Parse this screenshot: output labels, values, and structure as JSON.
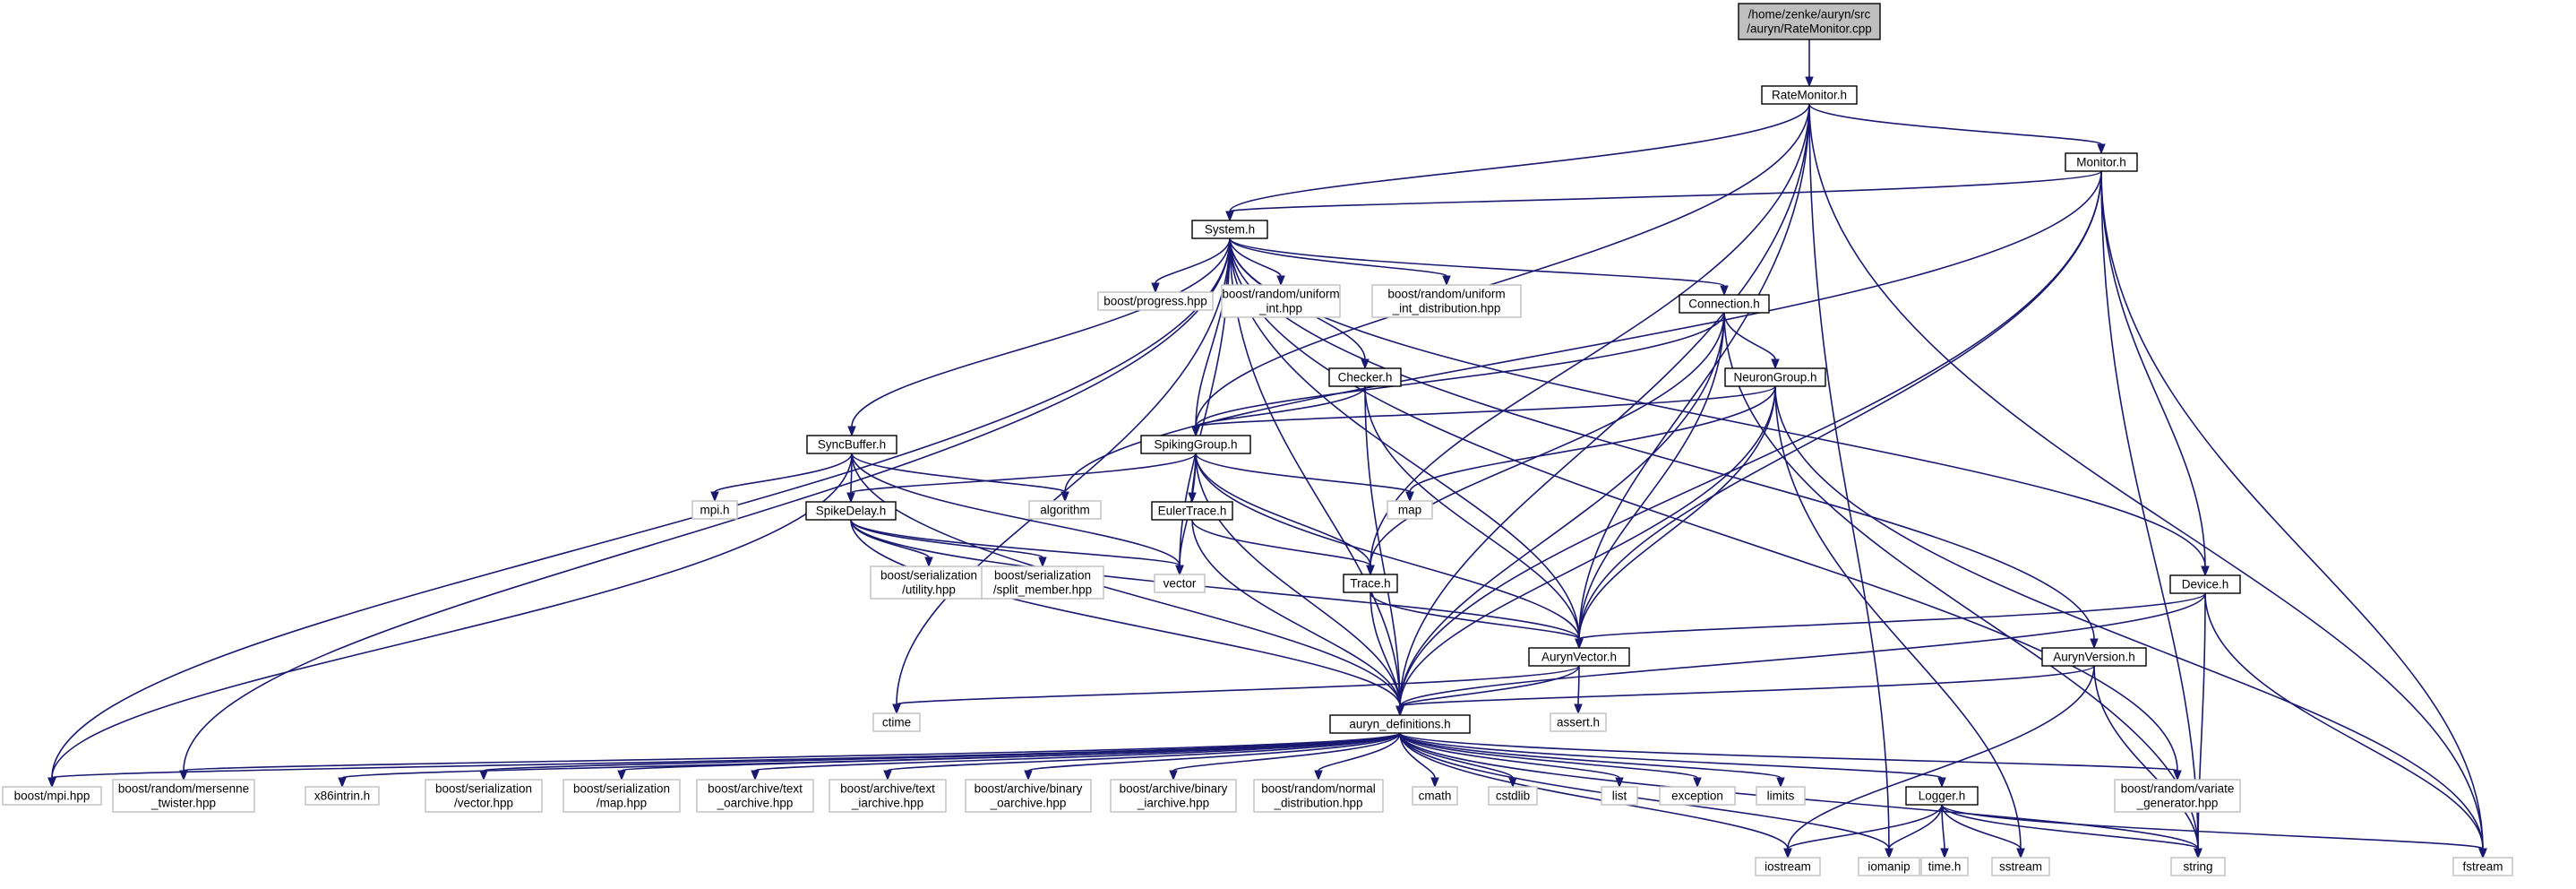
{
  "graph": {
    "root": "auryn/RateMonitor.cpp",
    "nodes": [
      {
        "id": "root",
        "kind": "root",
        "lines": [
          "/home/zenke/auryn/src",
          "/auryn/RateMonitor.cpp"
        ]
      },
      {
        "id": "RateMonitor",
        "kind": "inc",
        "lines": [
          "RateMonitor.h"
        ]
      },
      {
        "id": "Monitor",
        "kind": "inc",
        "lines": [
          "Monitor.h"
        ]
      },
      {
        "id": "System",
        "kind": "inc",
        "lines": [
          "System.h"
        ]
      },
      {
        "id": "progress",
        "kind": "ext",
        "lines": [
          "boost/progress.hpp"
        ]
      },
      {
        "id": "uniform_int",
        "kind": "ext",
        "lines": [
          "boost/random/uniform",
          "_int.hpp"
        ]
      },
      {
        "id": "uniform_int_dist",
        "kind": "ext",
        "lines": [
          "boost/random/uniform",
          "_int_distribution.hpp"
        ]
      },
      {
        "id": "Connection",
        "kind": "inc",
        "lines": [
          "Connection.h"
        ]
      },
      {
        "id": "Checker",
        "kind": "inc",
        "lines": [
          "Checker.h"
        ]
      },
      {
        "id": "NeuronGroup",
        "kind": "inc",
        "lines": [
          "NeuronGroup.h"
        ]
      },
      {
        "id": "SyncBuffer",
        "kind": "inc",
        "lines": [
          "SyncBuffer.h"
        ]
      },
      {
        "id": "SpikingGroup",
        "kind": "inc",
        "lines": [
          "SpikingGroup.h"
        ]
      },
      {
        "id": "mpi_h",
        "kind": "ext",
        "lines": [
          "mpi.h"
        ]
      },
      {
        "id": "algorithm",
        "kind": "ext",
        "lines": [
          "algorithm"
        ]
      },
      {
        "id": "map",
        "kind": "ext",
        "lines": [
          "map"
        ]
      },
      {
        "id": "SpikeDelay",
        "kind": "inc",
        "lines": [
          "SpikeDelay.h"
        ]
      },
      {
        "id": "EulerTrace",
        "kind": "inc",
        "lines": [
          "EulerTrace.h"
        ]
      },
      {
        "id": "ser_utility",
        "kind": "ext",
        "lines": [
          "boost/serialization",
          "/utility.hpp"
        ]
      },
      {
        "id": "ser_split",
        "kind": "ext",
        "lines": [
          "boost/serialization",
          "/split_member.hpp"
        ]
      },
      {
        "id": "vector",
        "kind": "ext",
        "lines": [
          "vector"
        ]
      },
      {
        "id": "Trace",
        "kind": "inc",
        "lines": [
          "Trace.h"
        ]
      },
      {
        "id": "Device",
        "kind": "inc",
        "lines": [
          "Device.h"
        ]
      },
      {
        "id": "AurynVector",
        "kind": "inc",
        "lines": [
          "AurynVector.h"
        ]
      },
      {
        "id": "AurynVersion",
        "kind": "inc",
        "lines": [
          "AurynVersion.h"
        ]
      },
      {
        "id": "ctime",
        "kind": "ext",
        "lines": [
          "ctime"
        ]
      },
      {
        "id": "assert",
        "kind": "ext",
        "lines": [
          "assert.h"
        ]
      },
      {
        "id": "auryn_definitions",
        "kind": "inc",
        "lines": [
          "auryn_definitions.h"
        ]
      },
      {
        "id": "boost_mpi",
        "kind": "ext",
        "lines": [
          "boost/mpi.hpp"
        ]
      },
      {
        "id": "mersenne",
        "kind": "ext",
        "lines": [
          "boost/random/mersenne",
          "_twister.hpp"
        ]
      },
      {
        "id": "x86intrin",
        "kind": "ext",
        "lines": [
          "x86intrin.h"
        ]
      },
      {
        "id": "ser_vector",
        "kind": "ext",
        "lines": [
          "boost/serialization",
          "/vector.hpp"
        ]
      },
      {
        "id": "ser_map",
        "kind": "ext",
        "lines": [
          "boost/serialization",
          "/map.hpp"
        ]
      },
      {
        "id": "text_oarchive",
        "kind": "ext",
        "lines": [
          "boost/archive/text",
          "_oarchive.hpp"
        ]
      },
      {
        "id": "text_iarchive",
        "kind": "ext",
        "lines": [
          "boost/archive/text",
          "_iarchive.hpp"
        ]
      },
      {
        "id": "binary_oarchive",
        "kind": "ext",
        "lines": [
          "boost/archive/binary",
          "_oarchive.hpp"
        ]
      },
      {
        "id": "binary_iarchive",
        "kind": "ext",
        "lines": [
          "boost/archive/binary",
          "_iarchive.hpp"
        ]
      },
      {
        "id": "normal_dist",
        "kind": "ext",
        "lines": [
          "boost/random/normal",
          "_distribution.hpp"
        ]
      },
      {
        "id": "cmath",
        "kind": "ext",
        "lines": [
          "cmath"
        ]
      },
      {
        "id": "cstdlib",
        "kind": "ext",
        "lines": [
          "cstdlib"
        ]
      },
      {
        "id": "list",
        "kind": "ext",
        "lines": [
          "list"
        ]
      },
      {
        "id": "exception",
        "kind": "ext",
        "lines": [
          "exception"
        ]
      },
      {
        "id": "limits",
        "kind": "ext",
        "lines": [
          "limits"
        ]
      },
      {
        "id": "Logger",
        "kind": "inc",
        "lines": [
          "Logger.h"
        ]
      },
      {
        "id": "variate_gen",
        "kind": "ext",
        "lines": [
          "boost/random/variate",
          "_generator.hpp"
        ]
      },
      {
        "id": "iostream",
        "kind": "ext",
        "lines": [
          "iostream"
        ]
      },
      {
        "id": "iomanip",
        "kind": "ext",
        "lines": [
          "iomanip"
        ]
      },
      {
        "id": "time_h",
        "kind": "ext",
        "lines": [
          "time.h"
        ]
      },
      {
        "id": "sstream",
        "kind": "ext",
        "lines": [
          "sstream"
        ]
      },
      {
        "id": "string",
        "kind": "ext",
        "lines": [
          "string"
        ]
      },
      {
        "id": "fstream",
        "kind": "ext",
        "lines": [
          "fstream"
        ]
      }
    ],
    "edges": [
      [
        "root",
        "RateMonitor"
      ],
      [
        "RateMonitor",
        "Monitor"
      ],
      [
        "RateMonitor",
        "System"
      ],
      [
        "RateMonitor",
        "SpikingGroup"
      ],
      [
        "RateMonitor",
        "AurynVector"
      ],
      [
        "RateMonitor",
        "auryn_definitions"
      ],
      [
        "RateMonitor",
        "iomanip"
      ],
      [
        "RateMonitor",
        "fstream"
      ],
      [
        "RateMonitor",
        "Trace"
      ],
      [
        "Monitor",
        "System"
      ],
      [
        "Monitor",
        "algorithm"
      ],
      [
        "Monitor",
        "AurynVector"
      ],
      [
        "Monitor",
        "auryn_definitions"
      ],
      [
        "Monitor",
        "Device"
      ],
      [
        "Monitor",
        "string"
      ],
      [
        "Monitor",
        "fstream"
      ],
      [
        "System",
        "progress"
      ],
      [
        "System",
        "uniform_int"
      ],
      [
        "System",
        "uniform_int_dist"
      ],
      [
        "System",
        "Connection"
      ],
      [
        "System",
        "Checker"
      ],
      [
        "System",
        "SyncBuffer"
      ],
      [
        "System",
        "SpikingGroup"
      ],
      [
        "System",
        "vector"
      ],
      [
        "System",
        "AurynVector"
      ],
      [
        "System",
        "auryn_definitions"
      ],
      [
        "System",
        "ctime"
      ],
      [
        "System",
        "boost_mpi"
      ],
      [
        "System",
        "mersenne"
      ],
      [
        "System",
        "AurynVersion"
      ],
      [
        "System",
        "Device"
      ],
      [
        "System",
        "variate_gen"
      ],
      [
        "Connection",
        "NeuronGroup"
      ],
      [
        "Connection",
        "SpikingGroup"
      ],
      [
        "Connection",
        "AurynVector"
      ],
      [
        "Connection",
        "Trace"
      ],
      [
        "Connection",
        "auryn_definitions"
      ],
      [
        "Connection",
        "string"
      ],
      [
        "Checker",
        "SpikingGroup"
      ],
      [
        "Checker",
        "AurynVector"
      ],
      [
        "Checker",
        "auryn_definitions"
      ],
      [
        "NeuronGroup",
        "SpikingGroup"
      ],
      [
        "NeuronGroup",
        "AurynVector"
      ],
      [
        "NeuronGroup",
        "auryn_definitions"
      ],
      [
        "NeuronGroup",
        "map"
      ],
      [
        "NeuronGroup",
        "sstream"
      ],
      [
        "NeuronGroup",
        "fstream"
      ],
      [
        "SyncBuffer",
        "SpikeDelay"
      ],
      [
        "SyncBuffer",
        "mpi_h"
      ],
      [
        "SyncBuffer",
        "algorithm"
      ],
      [
        "SyncBuffer",
        "vector"
      ],
      [
        "SyncBuffer",
        "auryn_definitions"
      ],
      [
        "SyncBuffer",
        "boost_mpi"
      ],
      [
        "SpikingGroup",
        "SpikeDelay"
      ],
      [
        "SpikingGroup",
        "EulerTrace"
      ],
      [
        "SpikingGroup",
        "Trace"
      ],
      [
        "SpikingGroup",
        "map"
      ],
      [
        "SpikingGroup",
        "vector"
      ],
      [
        "SpikingGroup",
        "AurynVector"
      ],
      [
        "SpikingGroup",
        "auryn_definitions"
      ],
      [
        "SpikeDelay",
        "ser_utility"
      ],
      [
        "SpikeDelay",
        "ser_split"
      ],
      [
        "SpikeDelay",
        "vector"
      ],
      [
        "SpikeDelay",
        "AurynVector"
      ],
      [
        "SpikeDelay",
        "auryn_definitions"
      ],
      [
        "EulerTrace",
        "Trace"
      ],
      [
        "EulerTrace",
        "auryn_definitions"
      ],
      [
        "Trace",
        "AurynVector"
      ],
      [
        "Trace",
        "auryn_definitions"
      ],
      [
        "Device",
        "AurynVector"
      ],
      [
        "Device",
        "auryn_definitions"
      ],
      [
        "Device",
        "string"
      ],
      [
        "Device",
        "fstream"
      ],
      [
        "AurynVector",
        "auryn_definitions"
      ],
      [
        "AurynVector",
        "assert"
      ],
      [
        "AurynVector",
        "ctime"
      ],
      [
        "AurynVersion",
        "auryn_definitions"
      ],
      [
        "AurynVersion",
        "iostream"
      ],
      [
        "AurynVersion",
        "string"
      ],
      [
        "auryn_definitions",
        "boost_mpi"
      ],
      [
        "auryn_definitions",
        "mersenne"
      ],
      [
        "auryn_definitions",
        "x86intrin"
      ],
      [
        "auryn_definitions",
        "ser_vector"
      ],
      [
        "auryn_definitions",
        "ser_map"
      ],
      [
        "auryn_definitions",
        "text_oarchive"
      ],
      [
        "auryn_definitions",
        "text_iarchive"
      ],
      [
        "auryn_definitions",
        "binary_oarchive"
      ],
      [
        "auryn_definitions",
        "binary_iarchive"
      ],
      [
        "auryn_definitions",
        "normal_dist"
      ],
      [
        "auryn_definitions",
        "cmath"
      ],
      [
        "auryn_definitions",
        "cstdlib"
      ],
      [
        "auryn_definitions",
        "list"
      ],
      [
        "auryn_definitions",
        "exception"
      ],
      [
        "auryn_definitions",
        "limits"
      ],
      [
        "auryn_definitions",
        "Logger"
      ],
      [
        "auryn_definitions",
        "variate_gen"
      ],
      [
        "auryn_definitions",
        "iostream"
      ],
      [
        "auryn_definitions",
        "iomanip"
      ],
      [
        "auryn_definitions",
        "string"
      ],
      [
        "Logger",
        "iostream"
      ],
      [
        "Logger",
        "iomanip"
      ],
      [
        "Logger",
        "time_h"
      ],
      [
        "Logger",
        "sstream"
      ],
      [
        "Logger",
        "string"
      ],
      [
        "Logger",
        "fstream"
      ]
    ]
  }
}
